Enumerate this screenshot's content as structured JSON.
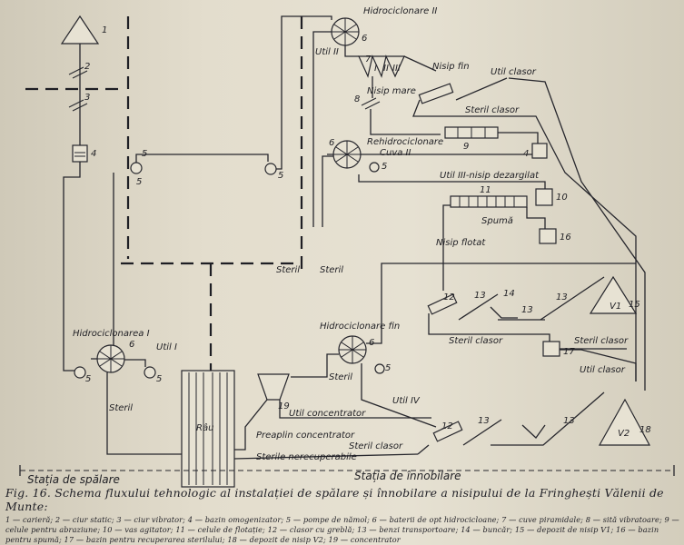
{
  "labels": {
    "hidrociclonare_ii": "Hidrociclonare II",
    "util_ii": "Util II",
    "nisip_fin": "Nisip fin",
    "util_clasor_top": "Util clasor",
    "nisip_mare": "Nisip mare",
    "steril_clasor_top": "Steril clasor",
    "rehidrociclonare_1": "Rehidrociclonare",
    "rehidrociclonare_2": "Cuva II",
    "util_iii": "Util III-nisip dezargilat",
    "spuma": "Spumă",
    "nisip_flotat": "Nisip flotat",
    "steril_left": "Steril",
    "steril_right": "Steril",
    "hidrociclonarea_i": "Hidrociclonarea I",
    "util_i": "Util I",
    "steril_low": "Steril",
    "hidrociclonare_fin": "Hidrociclonare fin",
    "steril_fin": "Steril",
    "steril_clasor_mid": "Steril clasor",
    "steril_clasor_mid2": "Steril clasor",
    "util_clasor_mid": "Util clasor",
    "util_iv": "Util IV",
    "util_concentrator": "Util concentrator",
    "preaplin": "Preaplin concentrator",
    "steril_clasor_low": "Steril clasor",
    "sterile_nerecuperabile": "Sterile nerecuperabile",
    "rau": "Râu",
    "v1": "V1",
    "v2": "V2",
    "statia_spalare": "Stația de spălare",
    "statia_innobilare": "Stația de înnobilare"
  },
  "numbers": {
    "n1": "1",
    "n2": "2",
    "n3": "3",
    "n4": "4",
    "n5a": "5",
    "n5b": "5",
    "n5c": "5",
    "n5d": "5",
    "n5e": "5",
    "n5f": "5",
    "n5g": "5",
    "n6a": "6",
    "n6b": "6",
    "n6c": "6",
    "n6d": "6",
    "n7": "7",
    "n8": "8",
    "n9": "9",
    "n4b": "4",
    "n10": "10",
    "n11": "11",
    "n16": "16",
    "n12a": "12",
    "n13a": "13",
    "n14": "14",
    "n13b": "13",
    "n13c": "13",
    "n15": "15",
    "n17": "17",
    "n19": "19",
    "n12b": "12",
    "n13d": "13",
    "n13e": "13",
    "n18": "18",
    "i": "I",
    "ii": "II",
    "iii": "III"
  },
  "caption": {
    "title": "Fig. 16. Schema fluxului tehnologic al instalației de spălare și înnobilare a nisipului de la Fringhești Vălenii de Munte:",
    "legend": "1 — carieră; 2 — ciur static; 3 — ciur vibrator; 4 — bazin omogenizator; 5 — pompe de nămol; 6 — baterii de opt hidrocicloane; 7 — cuve piramidale; 8 — sită vibratoare; 9 — celule pentru abraziune; 10 — vas agitator; 11 — celule de flotație; 12 — clasor cu greblă; 13 — benzi transportoare; 14 — buncăr; 15 — depozit de nisip V1; 16 — bazin pentru spumă; 17 — bazin pentru recuperarea sterilului; 18 — depozit de nisip V2; 19 — concentrator"
  }
}
